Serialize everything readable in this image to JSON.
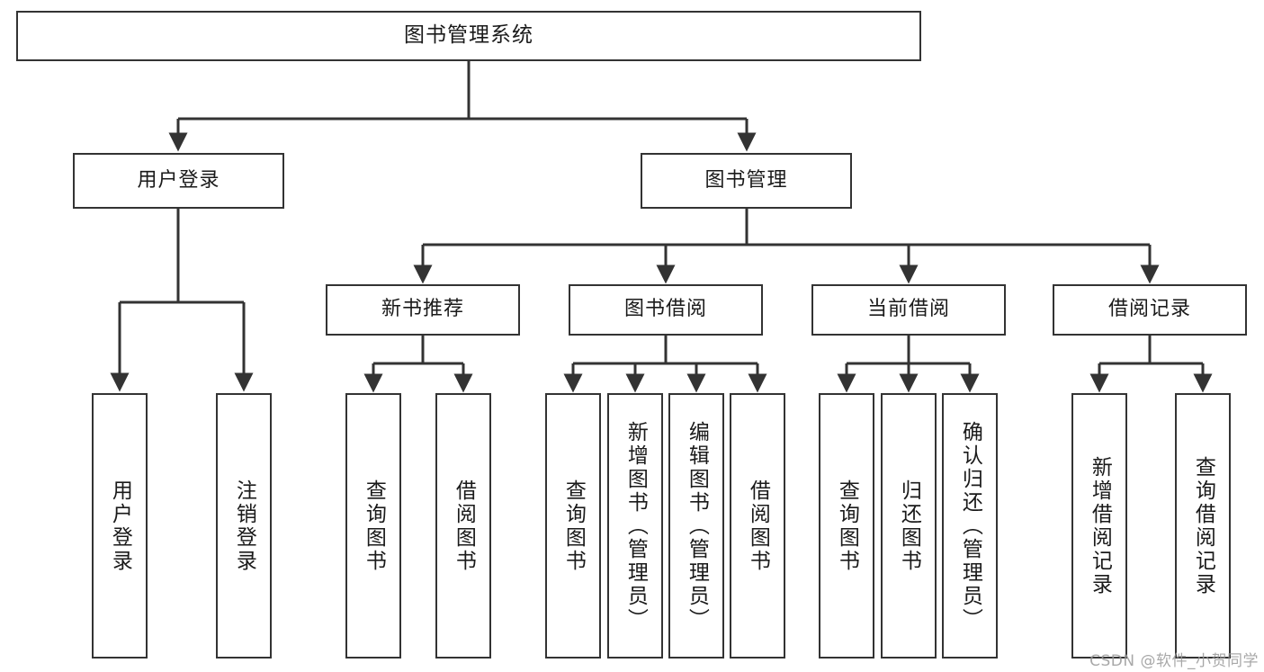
{
  "diagram": {
    "type": "tree-hierarchy",
    "title": "图书管理系统",
    "watermark": "CSDN @软件_小贺同学",
    "colors": {
      "stroke": "#333333",
      "fill": "#ffffff",
      "text": "#1a1a1a",
      "watermark": "#9a9a9a"
    },
    "levels": {
      "root": "图书管理系统",
      "level2": [
        "用户登录",
        "图书管理"
      ],
      "level3": [
        "新书推荐",
        "图书借阅",
        "当前借阅",
        "借阅记录"
      ]
    },
    "nodes": {
      "root": {
        "label": "图书管理系统"
      },
      "user_login": {
        "label": "用户登录"
      },
      "book_mgmt": {
        "label": "图书管理"
      },
      "new_book_rec": {
        "label": "新书推荐"
      },
      "book_borrow": {
        "label": "图书借阅"
      },
      "current_borrow": {
        "label": "当前借阅"
      },
      "borrow_record": {
        "label": "借阅记录"
      },
      "leaf_user_login": {
        "label": "用户登录"
      },
      "leaf_logout": {
        "label": "注销登录"
      },
      "leaf_query_book_1": {
        "label": "查询图书"
      },
      "leaf_borrow_book_1": {
        "label": "借阅图书"
      },
      "leaf_query_book_2": {
        "label": "查询图书"
      },
      "leaf_add_book": {
        "label": "新增图书（管理员）"
      },
      "leaf_edit_book": {
        "label": "编辑图书（管理员）"
      },
      "leaf_borrow_book_2": {
        "label": "借阅图书"
      },
      "leaf_query_book_3": {
        "label": "查询图书"
      },
      "leaf_return_book": {
        "label": "归还图书"
      },
      "leaf_confirm_return": {
        "label": "确认归还（管理员）"
      },
      "leaf_add_record": {
        "label": "新增借阅记录"
      },
      "leaf_query_record": {
        "label": "查询借阅记录"
      }
    }
  }
}
